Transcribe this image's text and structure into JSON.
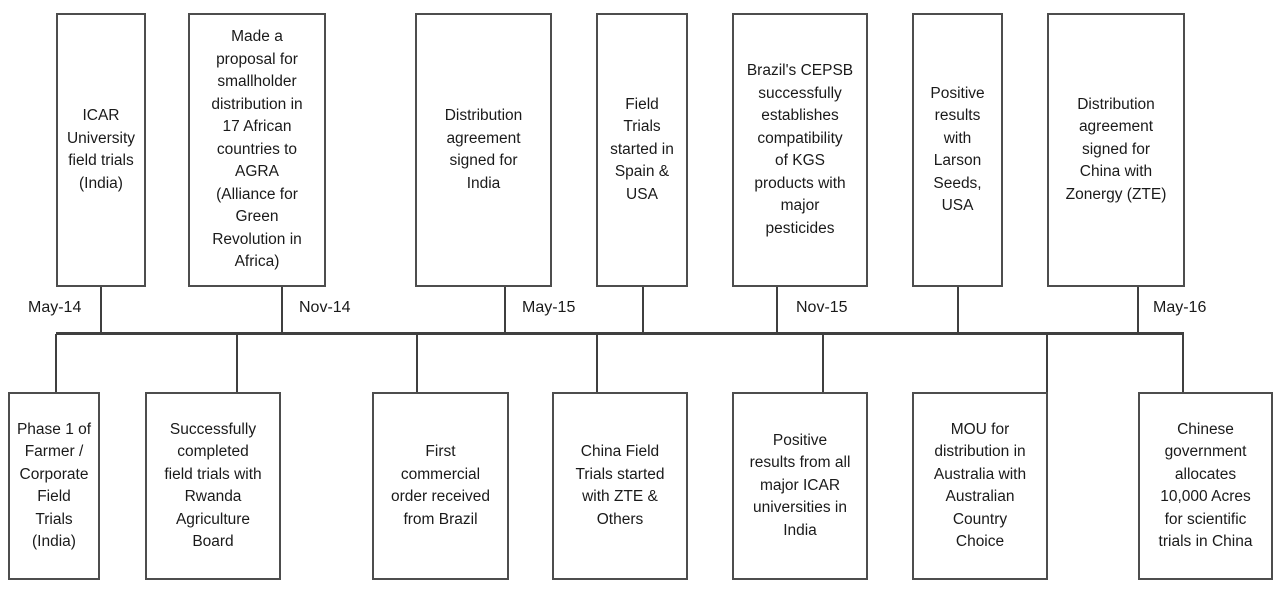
{
  "timeline": {
    "axis_color": "#3f3f3f",
    "box_border_color": "#4d4d4d",
    "text_color": "#1a1a1a",
    "dates": [
      {
        "label": "May-14"
      },
      {
        "label": "Nov-14"
      },
      {
        "label": "May-15"
      },
      {
        "label": "Nov-15"
      },
      {
        "label": "May-16"
      }
    ],
    "top_events": [
      {
        "text": "ICAR\nUniversity\nfield trials\n(India)"
      },
      {
        "text": "Made a\nproposal for\nsmallholder\ndistribution in\n17 African\ncountries to\nAGRA\n(Alliance for\nGreen\nRevolution in\nAfrica)"
      },
      {
        "text": "Distribution\nagreement\nsigned for\nIndia"
      },
      {
        "text": "Field\nTrials\nstarted in\nSpain &\nUSA"
      },
      {
        "text": "Brazil's CEPSB\nsuccessfully\nestablishes\ncompatibility\nof KGS\nproducts with\nmajor\npesticides"
      },
      {
        "text": "Positive\nresults\nwith\nLarson\nSeeds,\nUSA"
      },
      {
        "text": "Distribution\nagreement\nsigned for\nChina with\nZonergy (ZTE)"
      }
    ],
    "bottom_events": [
      {
        "text": "Phase 1 of\nFarmer /\nCorporate\nField\nTrials\n(India)"
      },
      {
        "text": "Successfully\ncompleted\nfield trials with\nRwanda\nAgriculture\nBoard"
      },
      {
        "text": "First\ncommercial\norder received\nfrom Brazil"
      },
      {
        "text": "China Field\nTrials started\nwith ZTE &\nOthers"
      },
      {
        "text": "Positive\nresults from all\nmajor ICAR\nuniversities in\nIndia"
      },
      {
        "text": "MOU for\ndistribution in\nAustralia with\nAustralian\nCountry\nChoice"
      },
      {
        "text": "Chinese\ngovernment\nallocates\n10,000 Acres\nfor scientific\ntrials in China"
      }
    ]
  }
}
